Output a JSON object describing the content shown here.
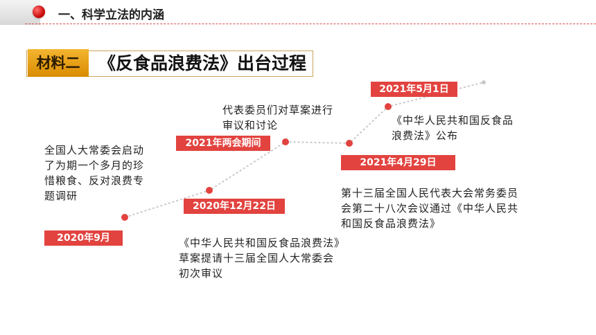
{
  "header": {
    "title": "一、科学立法的内涵"
  },
  "material": {
    "tag": "材料二",
    "title": "《反食品浪费法》出台过程"
  },
  "events": [
    {
      "date": "2020年9月",
      "description": "全国人大常委会启动了为期一个多月的珍惜粮食、反对浪费专题调研"
    },
    {
      "date": "2020年12月22日",
      "description": "《中华人民共和国反食品浪费法》草案提请十三届全国人大常委会初次审议"
    },
    {
      "date": "2021年两会期间",
      "description": "代表委员们对草案进行审议和讨论"
    },
    {
      "date": "2021年4月29日",
      "description": "第十三届全国人民代表大会常务委员会第二十八次会议通过《中华人民共和国反食品浪费法》"
    },
    {
      "date": "2021年5月1日",
      "description": "《中华人民共和国反食品浪费法》公布"
    }
  ],
  "colors": {
    "accent": "#e2433f",
    "tag": "#f0a516",
    "line": "#c9c9c9"
  }
}
